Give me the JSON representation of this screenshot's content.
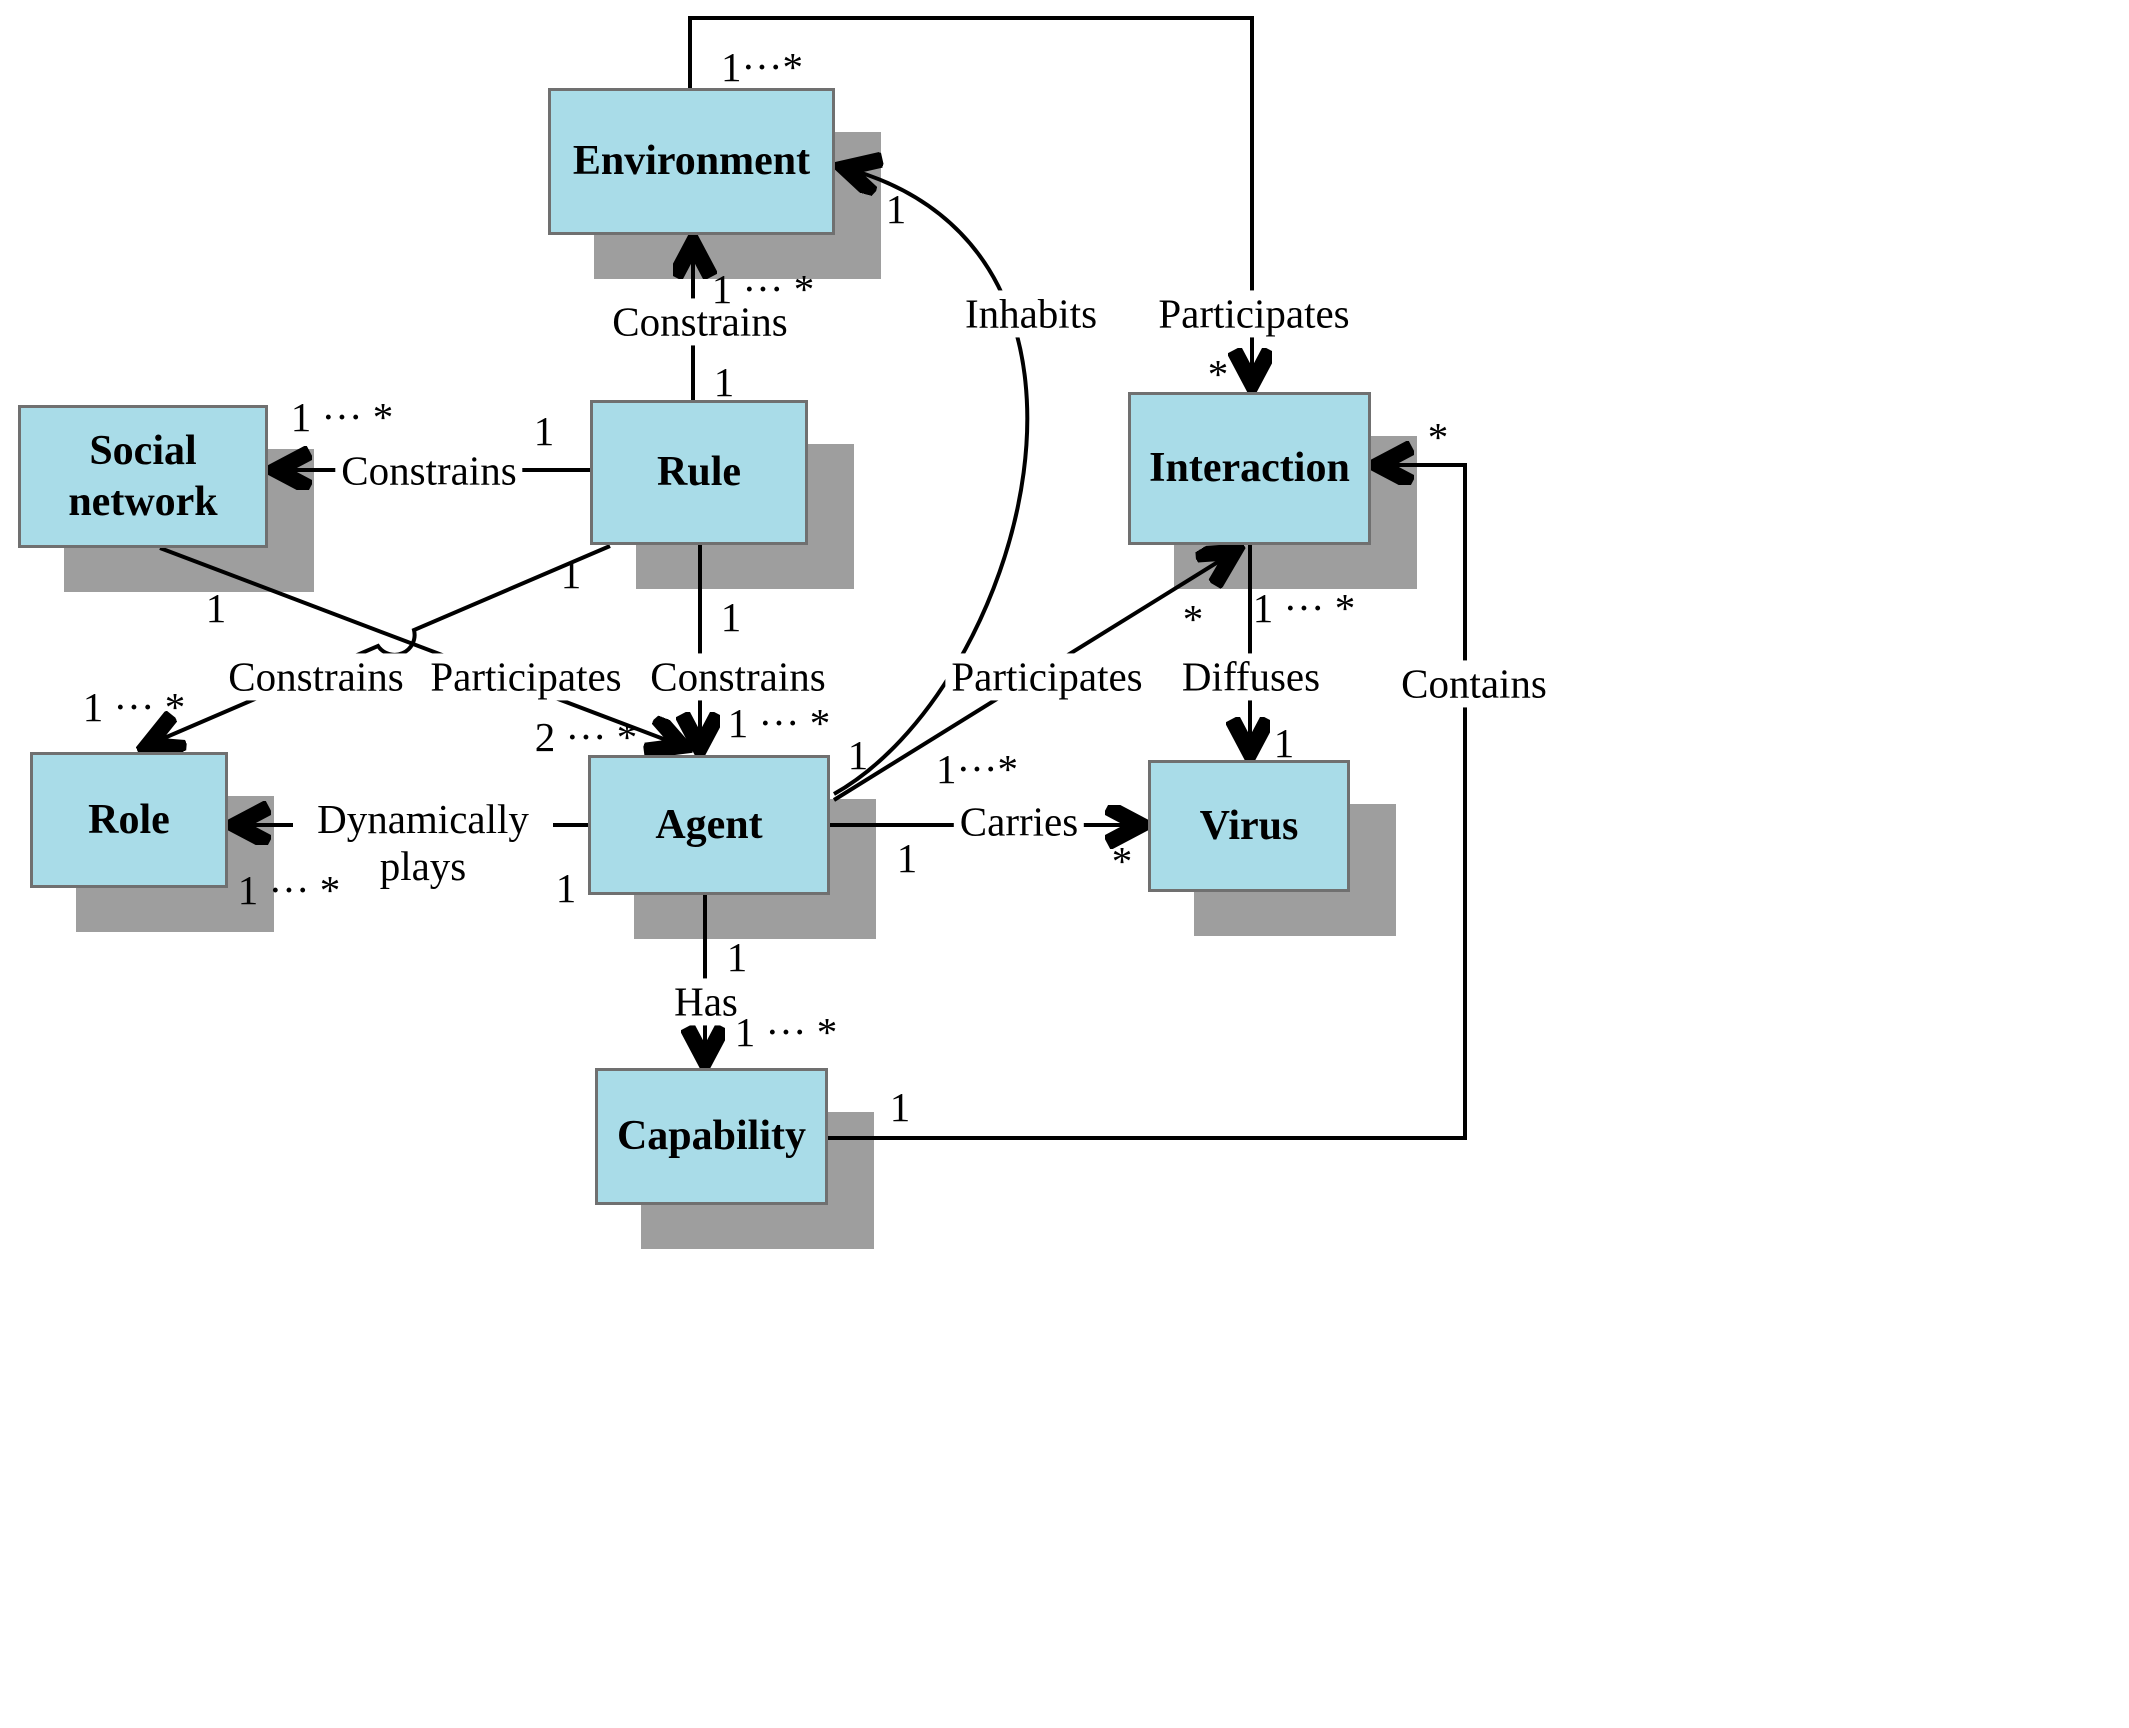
{
  "colors": {
    "box_fill": "#a9dce8",
    "box_border": "#707070",
    "shadow": "#9e9e9e",
    "line": "#000000"
  },
  "boxes": {
    "environment": {
      "label": "Environment"
    },
    "social_network": {
      "label": "Social network"
    },
    "rule": {
      "label": "Rule"
    },
    "interaction": {
      "label": "Interaction"
    },
    "role": {
      "label": "Role"
    },
    "agent": {
      "label": "Agent"
    },
    "virus": {
      "label": "Virus"
    },
    "capability": {
      "label": "Capability"
    }
  },
  "edges": {
    "environment_interaction": {
      "label": "Participates",
      "mult_environment": "1···*",
      "mult_interaction": "*"
    },
    "rule_environment": {
      "label": "Constrains",
      "mult_environment": "1 ··· *",
      "mult_rule": "1"
    },
    "rule_social_network": {
      "label": "Constrains",
      "mult_social_network": "1 ··· *",
      "mult_rule": "1"
    },
    "rule_role": {
      "label": "Constrains",
      "mult_rule": "1",
      "mult_role": "1 ··· *"
    },
    "social_network_agent": {
      "label": "Participates",
      "mult_social_network": "1",
      "mult_agent": "2 ··· *"
    },
    "rule_agent": {
      "label": "Constrains",
      "mult_rule": "1",
      "mult_agent": "1 ··· *"
    },
    "agent_environment": {
      "label": "Inhabits",
      "mult_environment": "1",
      "mult_agent": "1"
    },
    "agent_interaction": {
      "label": "Participates",
      "mult_interaction": "*",
      "mult_agent": "1···*"
    },
    "interaction_virus": {
      "label": "Diffuses",
      "mult_interaction": "1 ··· *",
      "mult_virus": "1"
    },
    "agent_virus": {
      "label": "Carries",
      "mult_agent": "1",
      "mult_virus": "*"
    },
    "agent_capability": {
      "label": "Has",
      "mult_agent": "1",
      "mult_capability": "1 ··· *"
    },
    "capability_interaction": {
      "label": "Contains",
      "mult_capability": "1",
      "mult_interaction": "*"
    },
    "agent_role": {
      "label": "Dynamically plays",
      "mult_agent": "1",
      "mult_role": "1 ··· *"
    }
  }
}
